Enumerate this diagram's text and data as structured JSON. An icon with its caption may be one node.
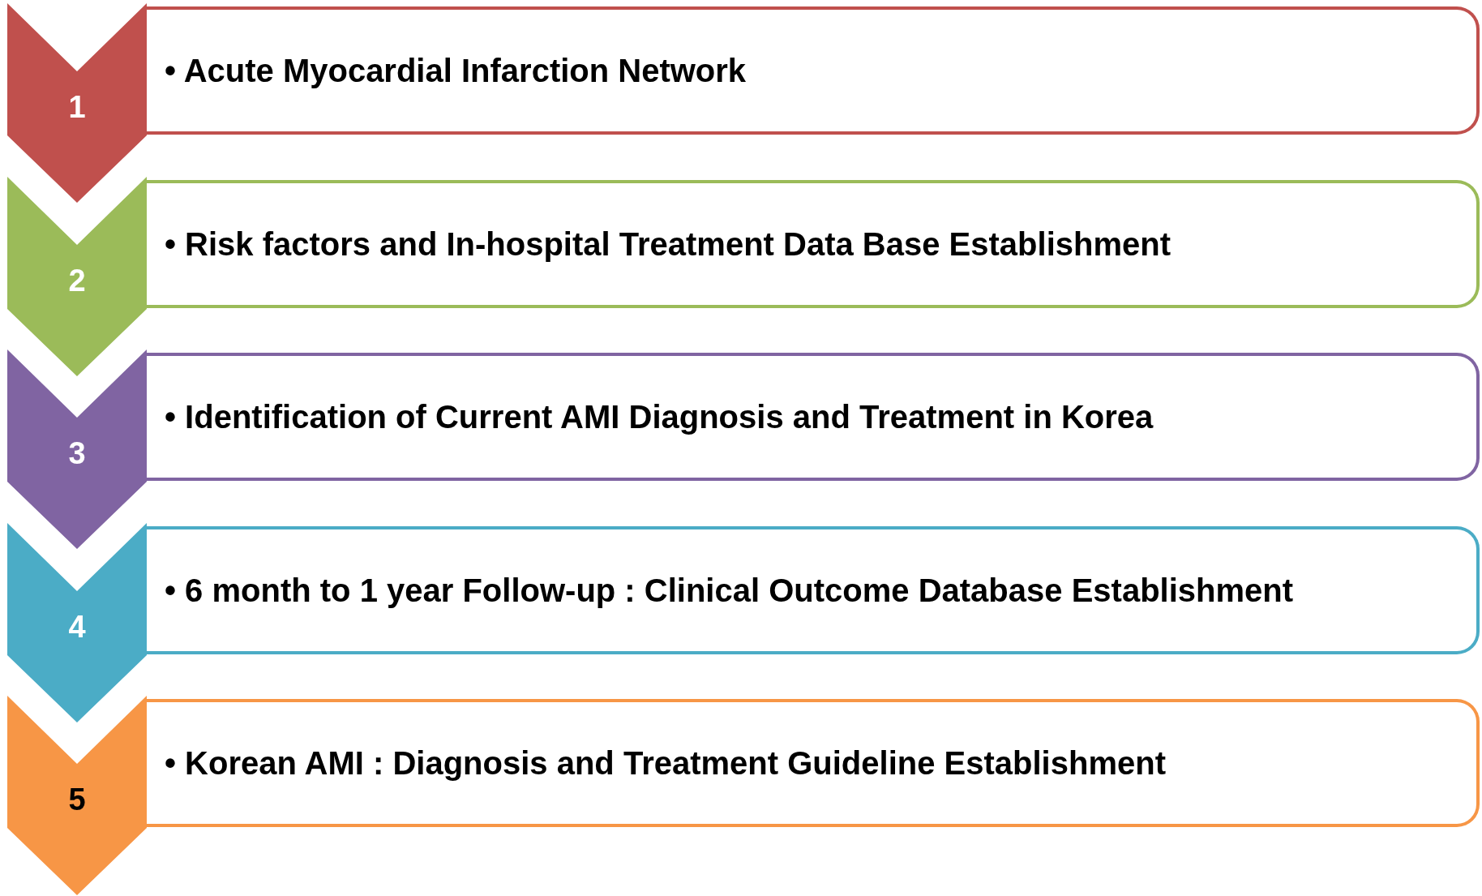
{
  "diagram": {
    "nodes": [
      {
        "text": [
          "1"
        ]
      },
      {
        "text": [
          "• Acute Myocardial Infarction Network"
        ]
      },
      {
        "text": [
          "2"
        ]
      },
      {
        "text": [
          "• Risk factors and In-hospital Treatment Data Base Establishment"
        ]
      },
      {
        "text": [
          "3"
        ]
      },
      {
        "text": [
          "• Identification of Current AMI Diagnosis and Treatment in Korea"
        ]
      },
      {
        "text": [
          "4"
        ]
      },
      {
        "text": [
          "• 6 month to 1 year Follow-up : Clinical Outcome Database Establishment"
        ]
      },
      {
        "text": [
          "5"
        ]
      },
      {
        "text": [
          "• Korean AMI : Diagnosis and Treatment Guideline Establishment"
        ]
      }
    ]
  }
}
